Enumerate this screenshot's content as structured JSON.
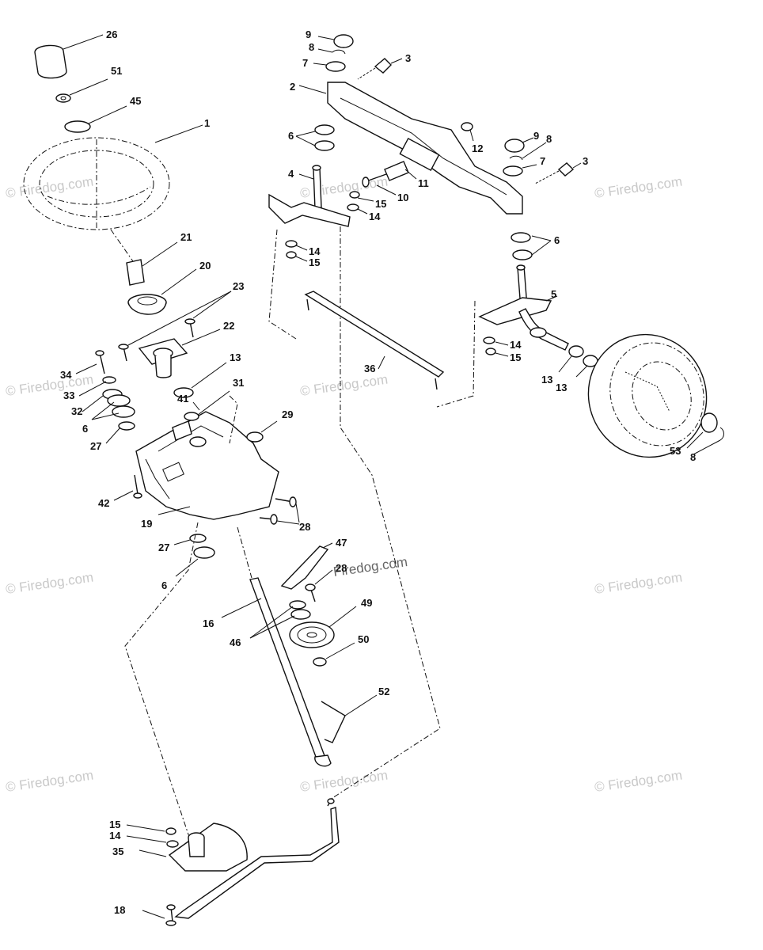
{
  "watermark": "© Firedog.com",
  "watermark_center": "Firedog.com",
  "labels": {
    "n26": "26",
    "n51": "51",
    "n45": "45",
    "n1": "1",
    "n21": "21",
    "n20": "20",
    "n23": "23",
    "n22": "22",
    "n13a": "13",
    "n34": "34",
    "n33": "33",
    "n32": "32",
    "n6a": "6",
    "n27a": "27",
    "n41": "41",
    "n31": "31",
    "n29": "29",
    "n42": "42",
    "n19": "19",
    "n28a": "28",
    "n27b": "27",
    "n6b": "6",
    "n47": "47",
    "n28b": "28",
    "n49": "49",
    "n16": "16",
    "n46": "46",
    "n50": "50",
    "n52": "52",
    "n15a": "15",
    "n14a": "14",
    "n35": "35",
    "n18": "18",
    "n9a": "9",
    "n8a": "8",
    "n7a": "7",
    "n3a": "3",
    "n2": "2",
    "n6c": "6",
    "n12": "12",
    "n9b": "9",
    "n8b": "8",
    "n7b": "7",
    "n3b": "3",
    "n4": "4",
    "n11": "11",
    "n10": "10",
    "n15b": "15",
    "n14b": "14",
    "n14c": "14",
    "n15c": "15",
    "n6d": "6",
    "n5": "5",
    "n36": "36",
    "n14d": "14",
    "n15d": "15",
    "n13b": "13",
    "n13c": "13",
    "n53": "53",
    "n8c": "8"
  }
}
